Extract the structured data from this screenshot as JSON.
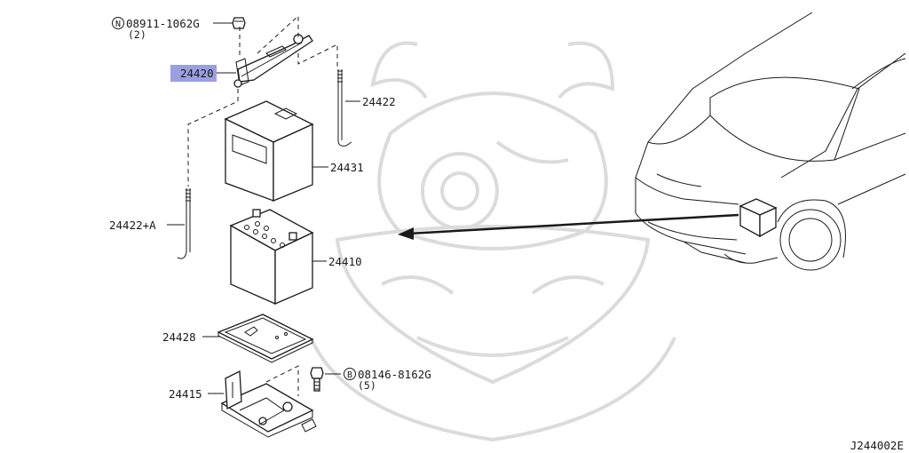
{
  "diagram": {
    "code": "J244002E",
    "parts": [
      {
        "id": "p_nut",
        "number": "08911-1062G",
        "qty": "(2)",
        "prefix": "N"
      },
      {
        "id": "p_24420",
        "number": "24420",
        "highlighted": true
      },
      {
        "id": "p_24422",
        "number": "24422"
      },
      {
        "id": "p_24431",
        "number": "24431"
      },
      {
        "id": "p_24422a",
        "number": "24422+A"
      },
      {
        "id": "p_24410",
        "number": "24410"
      },
      {
        "id": "p_24428",
        "number": "24428"
      },
      {
        "id": "p_bolt",
        "number": "08146-8162G",
        "qty": "(5)",
        "prefix": "B"
      },
      {
        "id": "p_24415",
        "number": "24415"
      }
    ]
  },
  "colors": {
    "highlight": "#9b9fe0",
    "line": "#1a1a1a",
    "watermark": "#d8d8d8"
  }
}
